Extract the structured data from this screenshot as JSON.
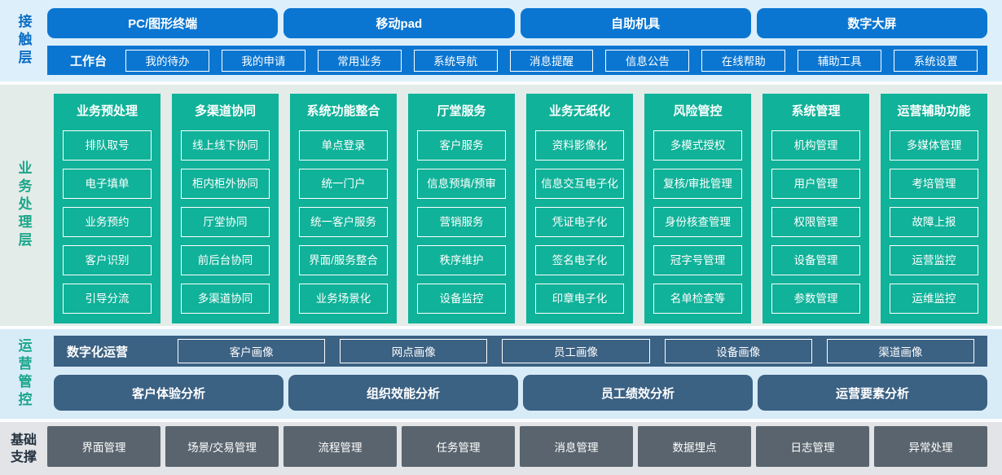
{
  "contact_layer": {
    "label": "接触层",
    "terminals": [
      "PC/图形终端",
      "移动pad",
      "自助机具",
      "数字大屏"
    ],
    "workbench": {
      "label": "工作台",
      "items": [
        "我的待办",
        "我的申请",
        "常用业务",
        "系统导航",
        "消息提醒",
        "信息公告",
        "在线帮助",
        "辅助工具",
        "系统设置"
      ]
    }
  },
  "business_layer": {
    "label": "业务处理层",
    "columns": [
      {
        "title": "业务预处理",
        "items": [
          "排队取号",
          "电子填单",
          "业务预约",
          "客户识别",
          "引导分流"
        ]
      },
      {
        "title": "多渠道协同",
        "items": [
          "线上线下协同",
          "柜内柜外协同",
          "厅堂协同",
          "前后台协同",
          "多渠道协同"
        ]
      },
      {
        "title": "系统功能整合",
        "items": [
          "单点登录",
          "统一门户",
          "统一客户服务",
          "界面/服务整合",
          "业务场景化"
        ]
      },
      {
        "title": "厅堂服务",
        "items": [
          "客户服务",
          "信息预填/预审",
          "营销服务",
          "秩序维护",
          "设备监控"
        ]
      },
      {
        "title": "业务无纸化",
        "items": [
          "资料影像化",
          "信息交互电子化",
          "凭证电子化",
          "签名电子化",
          "印章电子化"
        ]
      },
      {
        "title": "风险管控",
        "items": [
          "多模式授权",
          "复核/审批管理",
          "身份核查管理",
          "冠字号管理",
          "名单检查等"
        ]
      },
      {
        "title": "系统管理",
        "items": [
          "机构管理",
          "用户管理",
          "权限管理",
          "设备管理",
          "参数管理"
        ]
      },
      {
        "title": "运营辅助功能",
        "items": [
          "多媒体管理",
          "考培管理",
          "故障上报",
          "运营监控",
          "运维监控"
        ]
      }
    ]
  },
  "operations_layer": {
    "label": "运营管控",
    "digital_ops": {
      "label": "数字化运营",
      "items": [
        "客户画像",
        "网点画像",
        "员工画像",
        "设备画像",
        "渠道画像"
      ]
    },
    "analysis": [
      "客户体验分析",
      "组织效能分析",
      "员工绩效分析",
      "运营要素分析"
    ]
  },
  "foundation_layer": {
    "label": "基础支撑",
    "items": [
      "界面管理",
      "场景/交易管理",
      "流程管理",
      "任务管理",
      "消息管理",
      "数据埋点",
      "日志管理",
      "异常处理"
    ]
  },
  "colors": {
    "contact_accent": "#0b76d1",
    "contact_bg": "#ddeffa",
    "business_accent": "#10b299",
    "business_bg": "#e3ece8",
    "operations_accent": "#3b6183",
    "operations_bg": "#d8ecf8",
    "foundation_accent": "#59646e",
    "foundation_bg": "#e2e4e7"
  }
}
